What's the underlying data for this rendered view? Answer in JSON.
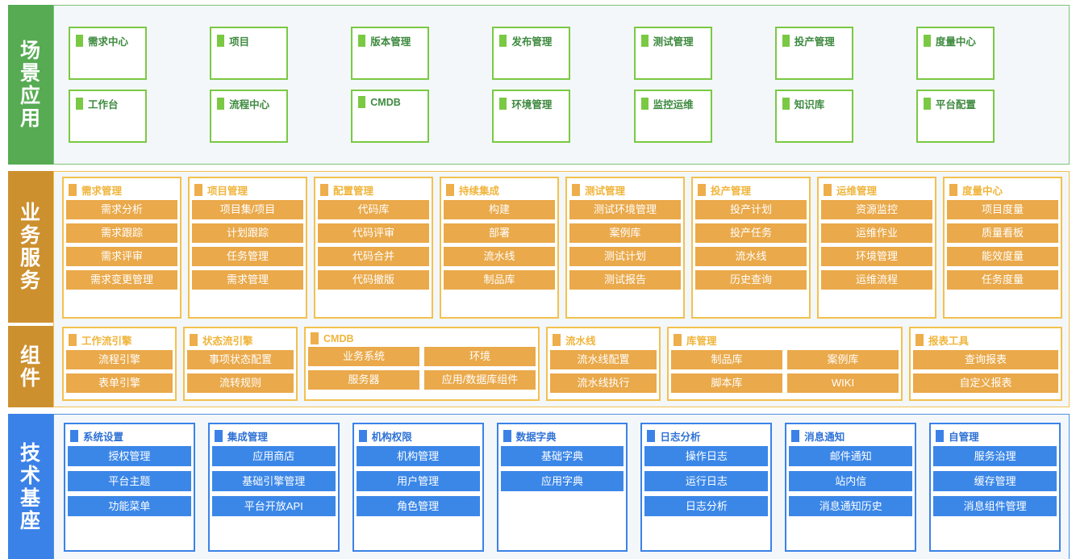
{
  "colors": {
    "green_label_bg": "#56ab53",
    "green_border": "#7ac943",
    "green_text": "#3e8a3f",
    "orange_label_bg": "#cd902f",
    "orange_border": "#f2c14e",
    "orange_item_bg": "#eaa94a",
    "orange_title": "#f0b53c",
    "blue_label_bg": "#3b82e8",
    "blue_border": "#3b82e8",
    "blue_item_bg": "#3b87e8",
    "blue_title": "#2f72d6",
    "panel_bg": "#f3f7fa"
  },
  "bands": {
    "scenario": {
      "label": "场景应用",
      "label_chars": [
        "场",
        "景",
        "应",
        "用"
      ],
      "rows": [
        [
          {
            "title": "需求中心"
          },
          {
            "title": "项目"
          },
          {
            "title": "版本管理"
          },
          {
            "title": "发布管理"
          },
          {
            "title": "测试管理"
          },
          {
            "title": "投产管理"
          },
          {
            "title": "度量中心"
          }
        ],
        [
          {
            "title": "工作台"
          },
          {
            "title": "流程中心"
          },
          {
            "title": "CMDB"
          },
          {
            "title": "环境管理"
          },
          {
            "title": "监控运维"
          },
          {
            "title": "知识库"
          },
          {
            "title": "平台配置"
          }
        ]
      ]
    },
    "business": {
      "label": "业务服务",
      "label_chars": [
        "业",
        "务",
        "服",
        "务"
      ],
      "cards": [
        {
          "title": "需求管理",
          "items": [
            "需求分析",
            "需求跟踪",
            "需求评审",
            "需求变更管理"
          ]
        },
        {
          "title": "项目管理",
          "items": [
            "项目集/项目",
            "计划跟踪",
            "任务管理",
            "需求管理"
          ]
        },
        {
          "title": "配置管理",
          "items": [
            "代码库",
            "代码评审",
            "代码合并",
            "代码撤版"
          ]
        },
        {
          "title": "持续集成",
          "items": [
            "构建",
            "部署",
            "流水线",
            "制品库"
          ]
        },
        {
          "title": "测试管理",
          "items": [
            "测试环境管理",
            "案例库",
            "测试计划",
            "测试报告"
          ]
        },
        {
          "title": "投产管理",
          "items": [
            "投产计划",
            "投产任务",
            "流水线",
            "历史查询"
          ]
        },
        {
          "title": "运维管理",
          "items": [
            "资源监控",
            "运维作业",
            "环境管理",
            "运维流程"
          ]
        },
        {
          "title": "度量中心",
          "items": [
            "项目度量",
            "质量看板",
            "能效度量",
            "任务度量"
          ]
        }
      ]
    },
    "components": {
      "label": "组件",
      "label_chars": [
        "组",
        "件"
      ],
      "cards": [
        {
          "title": "工作流引擎",
          "cols": 1,
          "items": [
            "流程引擎",
            "表单引擎"
          ]
        },
        {
          "title": "状态流引擎",
          "cols": 1,
          "items": [
            "事项状态配置",
            "流转规则"
          ]
        },
        {
          "title": "CMDB",
          "cols": 2,
          "items": [
            "业务系统",
            "环境",
            "服务器",
            "应用/数据库组件"
          ]
        },
        {
          "title": "流水线",
          "cols": 1,
          "items": [
            "流水线配置",
            "流水线执行"
          ]
        },
        {
          "title": "库管理",
          "cols": 2,
          "items": [
            "制品库",
            "案例库",
            "脚本库",
            "WIKI"
          ]
        },
        {
          "title": "报表工具",
          "cols": 1,
          "items": [
            "查询报表",
            "自定义报表"
          ]
        }
      ]
    },
    "technical": {
      "label": "技术基座",
      "label_chars": [
        "技",
        "术",
        "基",
        "座"
      ],
      "cards": [
        {
          "title": "系统设置",
          "items": [
            "授权管理",
            "平台主题",
            "功能菜单"
          ]
        },
        {
          "title": "集成管理",
          "items": [
            "应用商店",
            "基础引擎管理",
            "平台开放API"
          ]
        },
        {
          "title": "机构权限",
          "items": [
            "机构管理",
            "用户管理",
            "角色管理"
          ]
        },
        {
          "title": "数据字典",
          "items": [
            "基础字典",
            "应用字典"
          ]
        },
        {
          "title": "日志分析",
          "items": [
            "操作日志",
            "运行日志",
            "日志分析"
          ]
        },
        {
          "title": "消息通知",
          "items": [
            "邮件通知",
            "站内信",
            "消息通知历史"
          ]
        },
        {
          "title": "自管理",
          "items": [
            "服务治理",
            "缓存管理",
            "消息组件管理"
          ]
        }
      ]
    }
  }
}
